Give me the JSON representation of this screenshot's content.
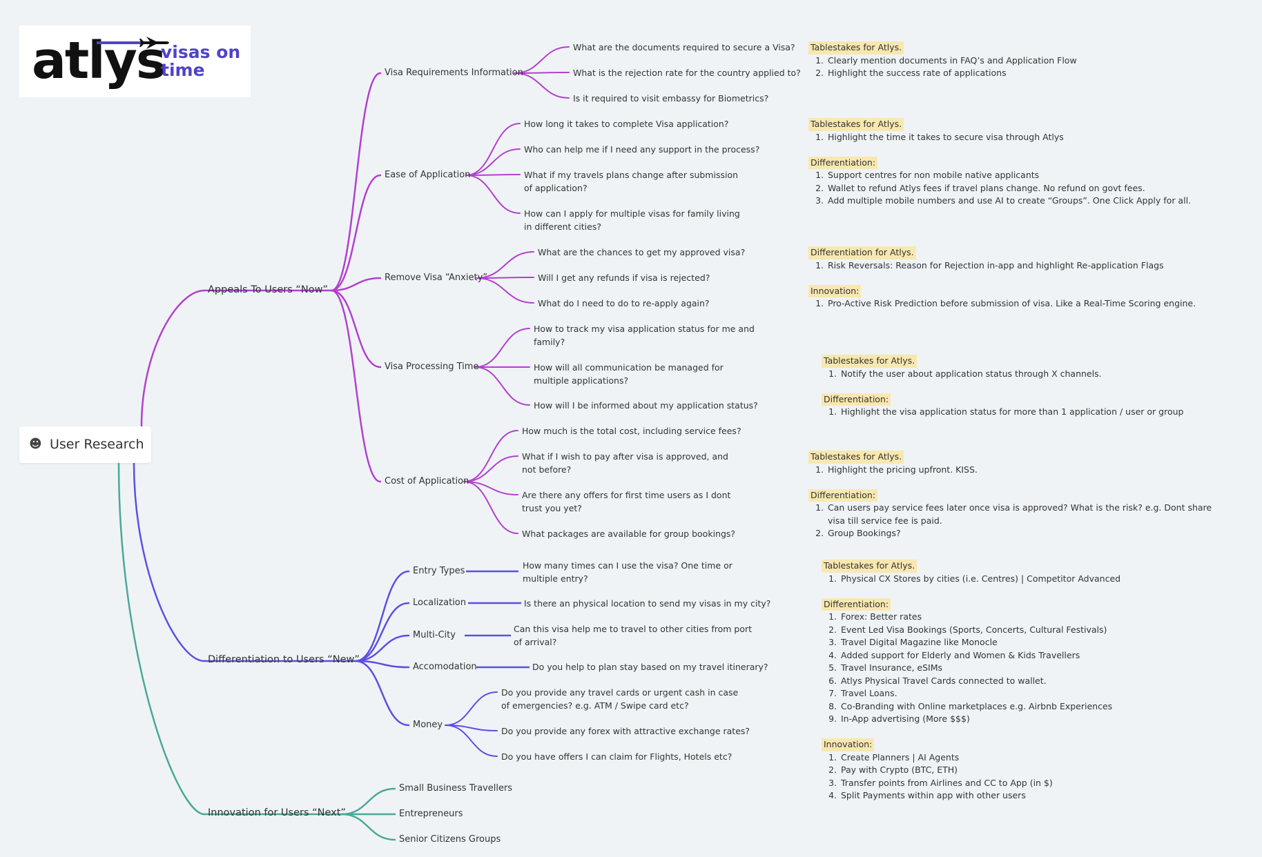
{
  "logo": {
    "brand": "atlys",
    "tagline": "visas on time"
  },
  "root": {
    "icon": "face-icon",
    "label": "User Research"
  },
  "colors": {
    "appeals": "#b33fce",
    "differentiation": "#5b4fe0",
    "innovation": "#4aa896",
    "highlight": "#f8e8b0",
    "background": "#eff3f6"
  },
  "branches": [
    {
      "label": "Appeals To Users “Now”",
      "subs": [
        {
          "label": "Visa Requirements Information",
          "questions": [
            "What are the documents required to secure a Visa?",
            "What is the rejection rate for the country applied to?",
            "Is it required to visit embassy for Biometrics?"
          ]
        },
        {
          "label": "Ease of Application",
          "questions": [
            "How long it takes to complete Visa application?",
            "Who can help me if I need any support in the process?",
            "What if my travels plans change after submission of application?",
            "How can I apply for multiple visas for family living in different cities?"
          ]
        },
        {
          "label": "Remove Visa “Anxiety”",
          "questions": [
            "What are the chances to get my approved visa?",
            "Will I get any refunds if visa is rejected?",
            "What do I need to do to re-apply again?"
          ]
        },
        {
          "label": "Visa Processing Time",
          "questions": [
            "How to track my visa application status for me and family?",
            "How will all communication be managed for multiple applications?",
            "How will I be informed about my application status?"
          ]
        },
        {
          "label": "Cost of Application",
          "questions": [
            "How much is the total cost, including service fees?",
            "What if I wish to pay after visa is approved, and not before?",
            "Are there any offers for first time users as I dont trust you yet?",
            "What packages are available for group bookings?"
          ]
        }
      ]
    },
    {
      "label": "Differentiation to Users “New”",
      "subs": [
        {
          "label": "Entry Types",
          "questions": [
            "How many times can I use the visa? One time or multiple entry?"
          ]
        },
        {
          "label": "Localization",
          "questions": [
            "Is there an physical location to send my visas in my city?"
          ]
        },
        {
          "label": "Multi-City",
          "questions": [
            "Can this visa help me to travel to other cities from port of arrival?"
          ]
        },
        {
          "label": "Accomodation",
          "questions": [
            "Do you help to plan stay based on my travel itinerary?"
          ]
        },
        {
          "label": "Money",
          "questions": [
            "Do you provide any travel cards or urgent cash in case of emergencies? e.g. ATM / Swipe card etc?",
            "Do you provide any forex with attractive exchange rates?",
            "Do you have offers I can claim for Flights, Hotels etc?"
          ]
        }
      ]
    },
    {
      "label": "Innovation for Users “Next”",
      "subs": [
        {
          "label": "Small Business Travellers",
          "questions": []
        },
        {
          "label": "Entrepreneurs",
          "questions": []
        },
        {
          "label": "Senior Citizens Groups",
          "questions": []
        }
      ]
    }
  ],
  "notes": [
    {
      "blocks": [
        {
          "heading": "Tablestakes for Atlys.",
          "items": [
            "Clearly mention documents in FAQ’s and Application Flow",
            "Highlight the success rate of applications"
          ]
        }
      ]
    },
    {
      "blocks": [
        {
          "heading": "Tablestakes for Atlys.",
          "items": [
            "Highlight the time it takes to secure visa through Atlys"
          ]
        },
        {
          "heading": "Differentiation:",
          "items": [
            "Support centres for non mobile native applicants",
            "Wallet to refund Atlys fees if travel plans change. No refund on govt fees.",
            "Add multiple mobile numbers and use AI to create “Groups”. One Click Apply for all."
          ]
        }
      ]
    },
    {
      "blocks": [
        {
          "heading": "Differentiation for Atlys.",
          "items": [
            "Risk Reversals: Reason for Rejection in-app and highlight Re-application Flags"
          ]
        },
        {
          "heading": "Innovation:",
          "items": [
            "Pro-Active Risk Prediction before submission of visa. Like a Real-Time Scoring engine."
          ]
        }
      ]
    },
    {
      "blocks": [
        {
          "heading": "Tablestakes for Atlys.",
          "items": [
            "Notify the user about application status through X channels."
          ]
        },
        {
          "heading": "Differentiation:",
          "items": [
            "Highlight the visa application status for more than 1 application / user or group"
          ]
        }
      ]
    },
    {
      "blocks": [
        {
          "heading": "Tablestakes for Atlys.",
          "items": [
            "Highlight the pricing upfront. KISS."
          ]
        },
        {
          "heading": "Differentiation:",
          "items": [
            "Can users pay service fees later once visa is approved? What is the risk? e.g. Dont share visa till service fee is paid.",
            "Group Bookings?"
          ]
        }
      ]
    },
    {
      "blocks": [
        {
          "heading": "Tablestakes for Atlys.",
          "items": [
            "Physical CX Stores by cities (i.e. Centres) | Competitor Advanced"
          ]
        },
        {
          "heading": "Differentiation:",
          "items": [
            "Forex: Better rates",
            "Event Led Visa Bookings (Sports, Concerts, Cultural Festivals)",
            "Travel Digital Magazine like Monocle",
            "Added support for Elderly and Women & Kids Travellers",
            "Travel Insurance, eSIMs",
            "Atlys Physical Travel Cards connected to wallet.",
            "Travel Loans.",
            "Co-Branding with Online marketplaces e.g. Airbnb Experiences",
            "In-App advertising (More $$$)"
          ]
        },
        {
          "heading": "Innovation:",
          "items": [
            "Create Planners | AI Agents",
            "Pay with Crypto (BTC, ETH)",
            "Transfer points from Airlines and CC to App (in $)",
            "Split Payments within app with other users"
          ]
        }
      ]
    }
  ]
}
